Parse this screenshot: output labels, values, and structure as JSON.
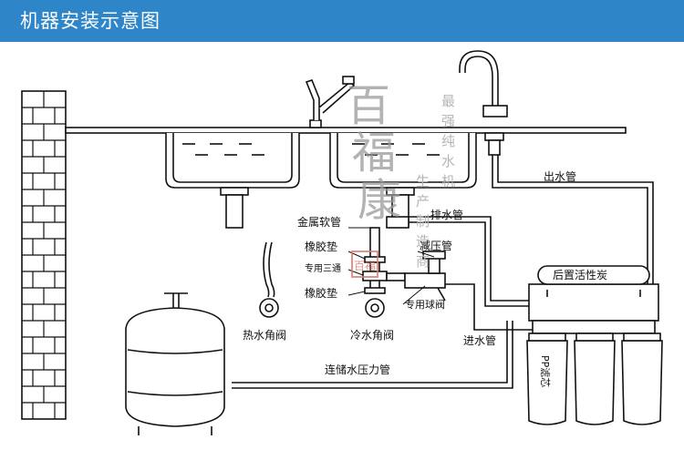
{
  "header": {
    "title": "机器安装示意图"
  },
  "colors": {
    "header_bg": "#2e86c8",
    "line": "#111111",
    "stamp": "#d9796e",
    "watermark": "#9a9a9a"
  },
  "labels": {
    "outlet_pipe": "出水管",
    "drain_pipe": "排水管",
    "metal_hose": "金属软管",
    "rubber_gasket_top": "橡胶垫",
    "tee": "专用三通",
    "rubber_gasket_bottom": "橡胶垫",
    "pressure_reducer": "减压管",
    "ball_valve": "专用球阀",
    "cold_angle_valve": "冷水角阀",
    "hot_angle_valve": "热水角阀",
    "inlet_pipe": "进水管",
    "tank_pipe": "连储水压力管",
    "post_carbon": "后置活性炭",
    "pp_filter": "PP滤芯"
  },
  "watermark": {
    "big": [
      "百",
      "福",
      "康"
    ],
    "column1": [
      "最",
      "强",
      "纯",
      "水",
      "机"
    ],
    "column2": [
      "生",
      "产",
      "制",
      "造",
      "商"
    ],
    "stamp": "百福"
  }
}
